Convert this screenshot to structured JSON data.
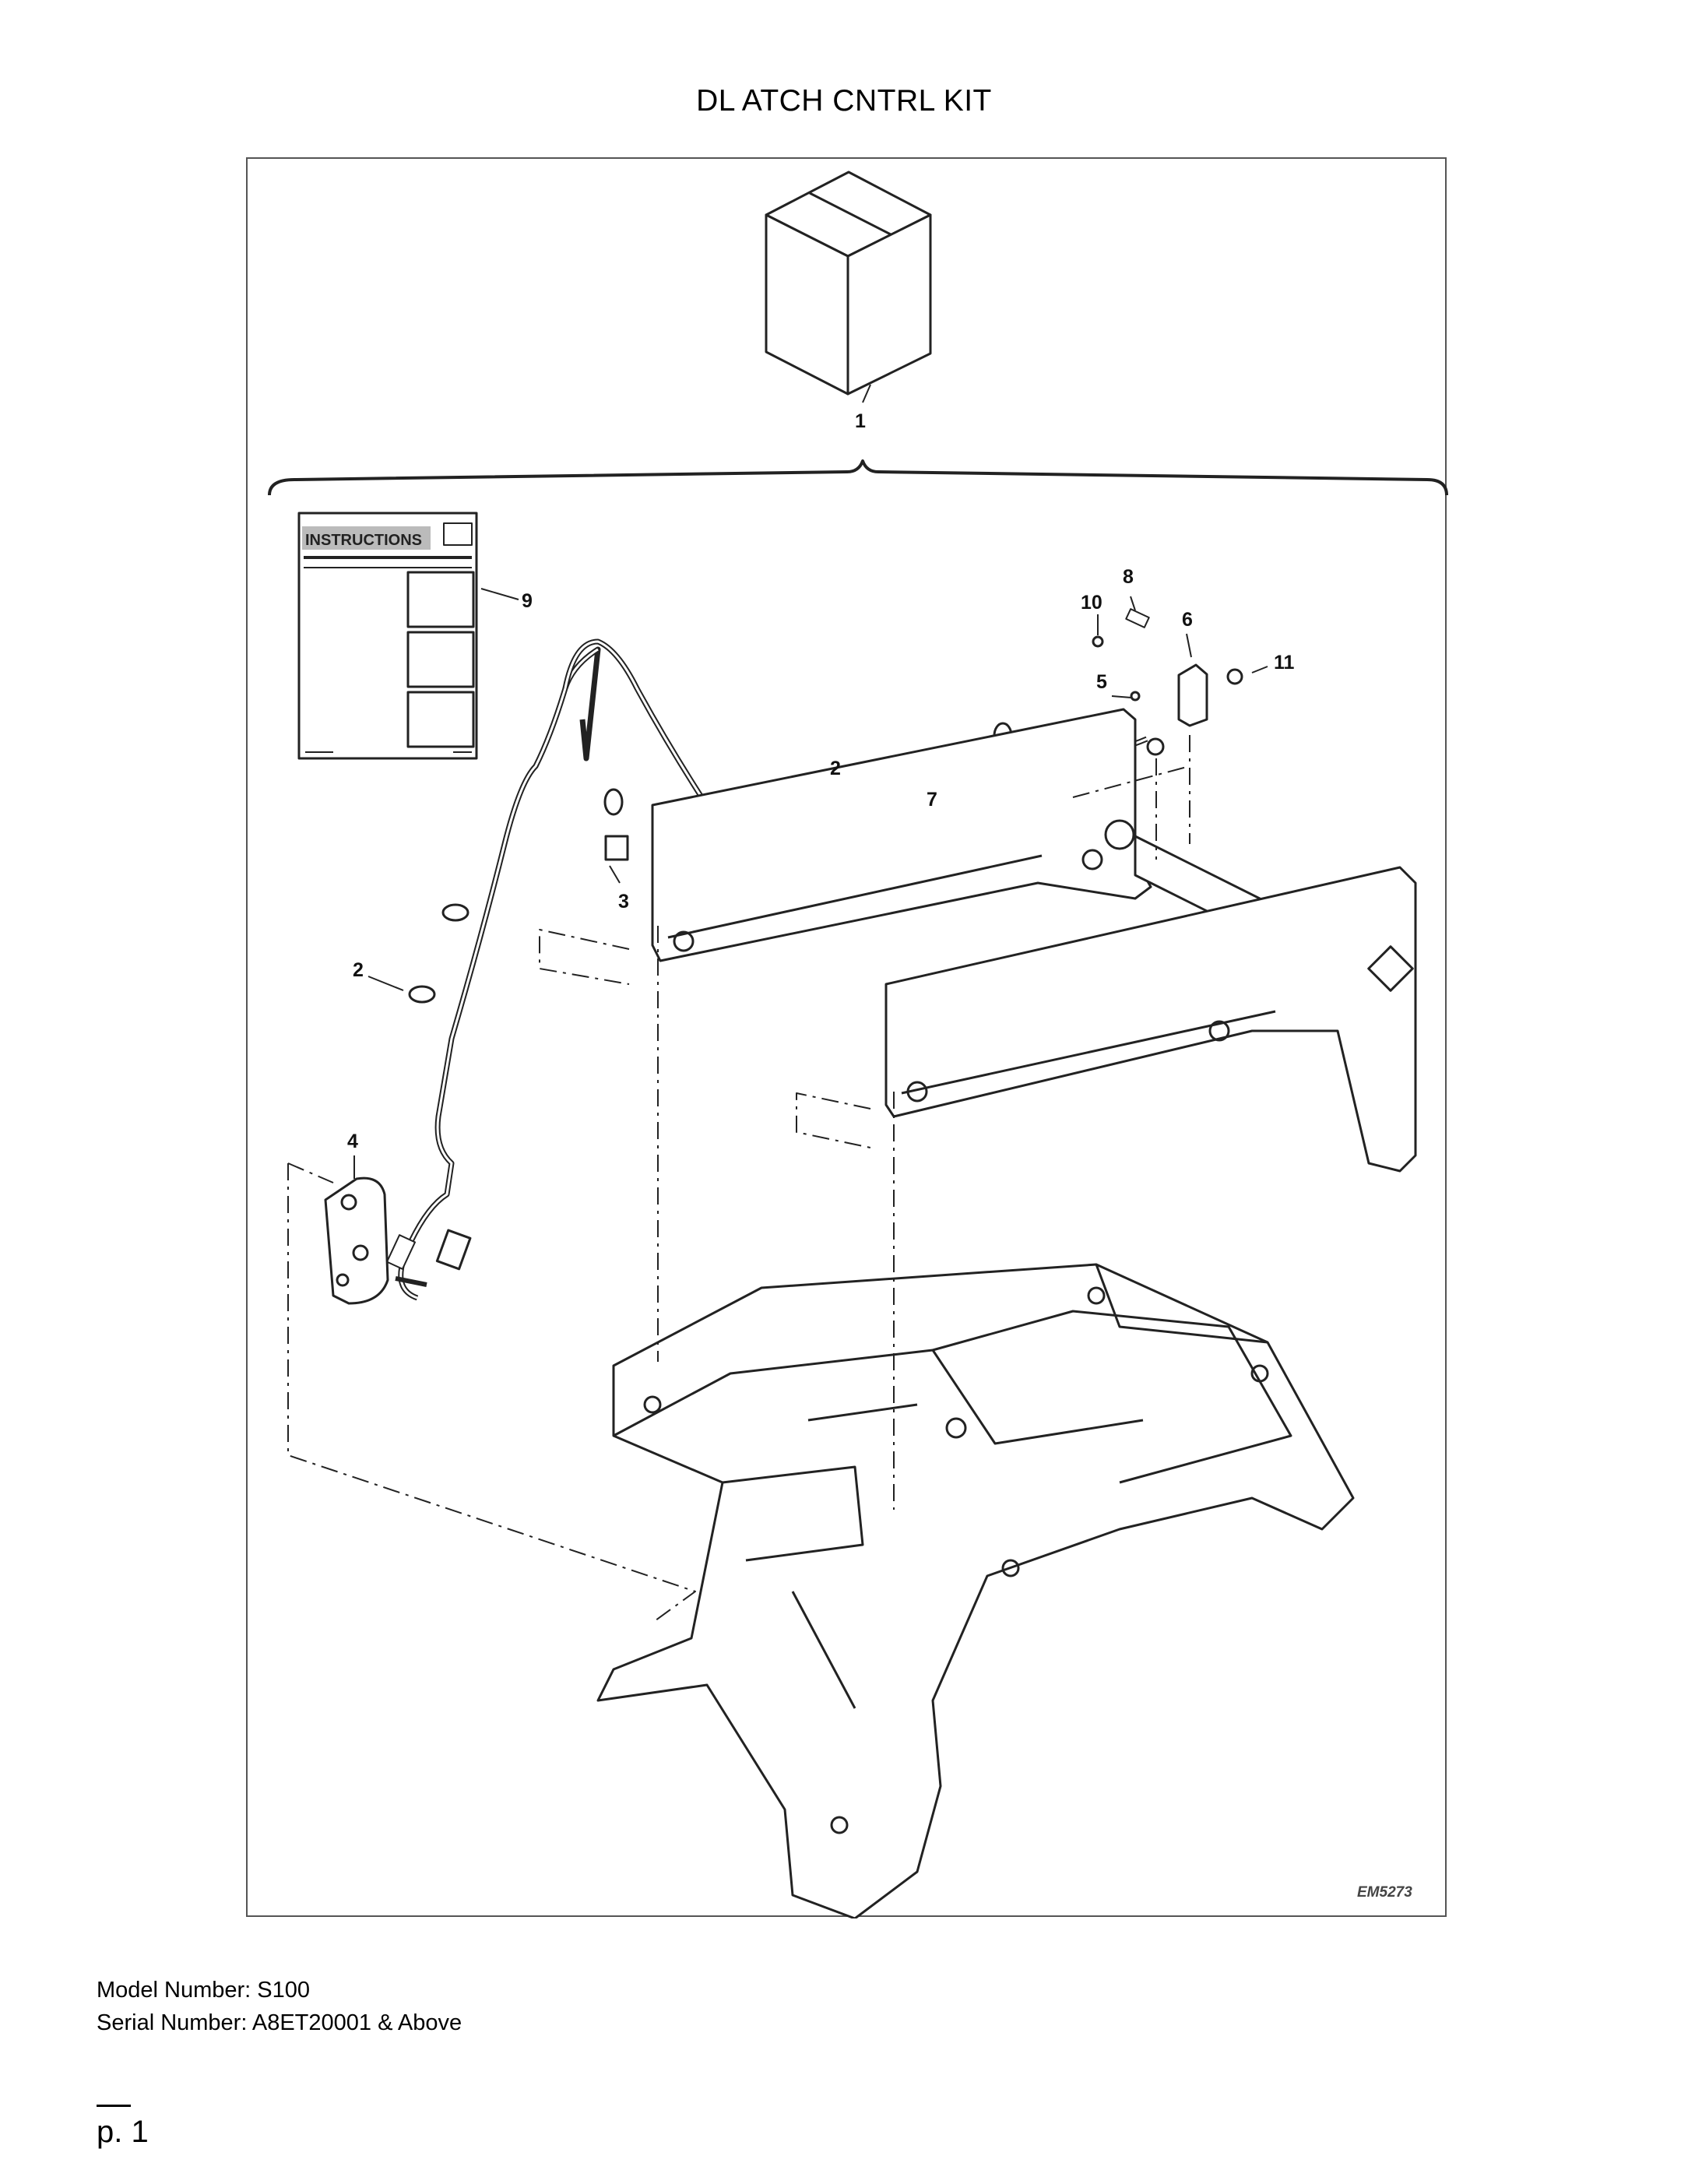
{
  "page": {
    "title": "DL ATCH CNTRL KIT",
    "model_number": "Model Number: S100",
    "serial_number": "Serial Number: A8ET20001 & Above",
    "page_number": "p. 1"
  },
  "diagram": {
    "figure_id": "EM5273",
    "instruction_sheet_label": "INSTRUCTIONS",
    "callouts": [
      "1",
      "2",
      "2",
      "3",
      "4",
      "5",
      "6",
      "7",
      "8",
      "9",
      "10",
      "11"
    ]
  }
}
